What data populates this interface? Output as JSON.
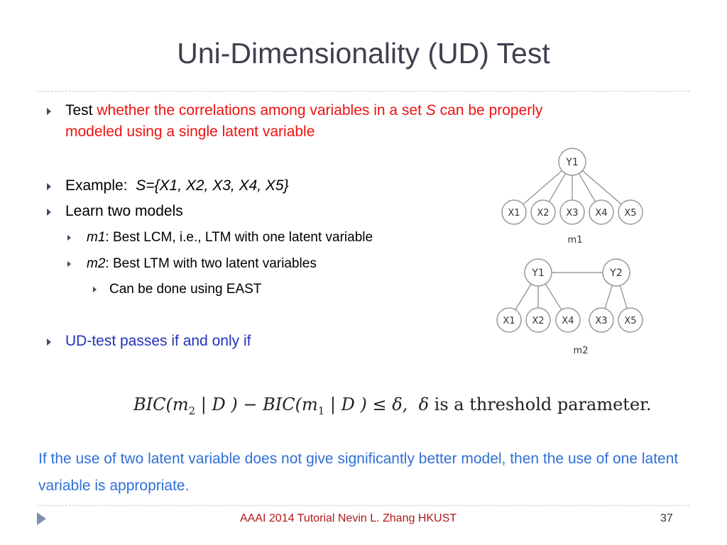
{
  "slide": {
    "title": "Uni-Dimensionality (UD) Test",
    "bullets": {
      "b1_prefix": "Test",
      "b1_red_a": "whether the correlations among variables in a set",
      "b1_set": "S",
      "b1_red_b": "can be properly",
      "b1_line2": "modeled using a single latent variable",
      "b2_label": "Example:",
      "b2_value": "S={X1, X2, X3, X4, X5}",
      "b3": "Learn two models",
      "b3a_name": "m1",
      "b3a_text": ":  Best LCM, i.e., LTM with one latent variable",
      "b3b_name": "m2",
      "b3b_text": ": Best LTM with two latent variables",
      "b3b1": "Can be done using EAST",
      "b4": "UD-test passes if and only if"
    },
    "formula": {
      "lhs_a": "BIC(",
      "m_a": "m",
      "sub_a": "2",
      "bar_a": " | D ) − BIC(",
      "m_b": "m",
      "sub_b": "1",
      "bar_b": " | D ) ≤ δ,",
      "delta": "δ",
      "threshold": "is a threshold parameter."
    },
    "conclusion": "If the use of two latent variable does not give significantly better model, then the use of one latent variable is appropriate.",
    "footer": {
      "text": "AAAI 2014 Tutorial    Nevin L. Zhang  HKUST",
      "page": "37"
    }
  },
  "diagram_m1": {
    "root": "Y1",
    "children": [
      "X1",
      "X2",
      "X3",
      "X4",
      "X5"
    ],
    "caption": "m1"
  },
  "diagram_m2": {
    "roots": [
      "Y1",
      "Y2"
    ],
    "y1_children": [
      "X1",
      "X2",
      "X4"
    ],
    "y2_children": [
      "X3",
      "X5"
    ],
    "caption": "m2"
  }
}
